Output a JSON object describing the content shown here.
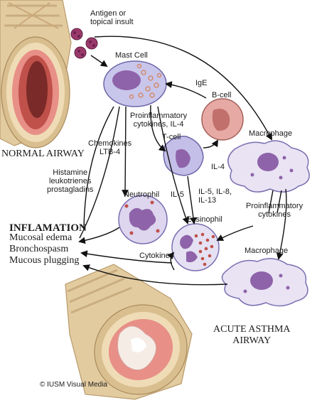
{
  "labels": {
    "antigen": [
      "Antigen or",
      "topical insult"
    ],
    "mast_cell": "Mast Cell",
    "ige": "IgE",
    "b_cell": "B-cell",
    "proinflammatory_il4": [
      "Proinflammatory",
      "cytokines, IL-4"
    ],
    "t_cell": "T-cell",
    "macrophage_top": "Macrophage",
    "macrophage_bottom": "Macrophage",
    "il4": "IL-4",
    "chemokines": [
      "Chemokines",
      "LTB-4"
    ],
    "mediators": [
      "Histamine",
      "leukotrienes",
      "prostagladins"
    ],
    "neutrophil": "Neutrophil",
    "il5": "IL-5",
    "il5_8_13": [
      "IL-5, IL-8,",
      "IL-13"
    ],
    "proinflammatory_cytokines": [
      "Proinflammatory",
      "cytokines"
    ],
    "eosinophil": "Eosinophil",
    "cytokines": "Cytokines",
    "normal_airway": "NORMAL AIRWAY",
    "acute_airway": [
      "ACUTE ASTHMA",
      "AIRWAY"
    ],
    "copyright": "© IUSM Visual Media"
  },
  "inflammation": {
    "title": "INFLAMATION",
    "items": [
      "Mucosal edema",
      "Bronchospasm",
      "Mucous plugging"
    ]
  },
  "colors": {
    "mast_cell": "#c9c6ec",
    "b_cell": "#e6a9a4",
    "t_cell": "#c4bfe8",
    "macrophage": "#e9e3f4",
    "neutrophil": "#ddd6ee",
    "eosinophil": "#e5e1f3",
    "nucleus": "#8e63a9",
    "granule": "#c0504a",
    "airway_tan": "#e3cba0",
    "airway_lumen": "#e88f87"
  }
}
